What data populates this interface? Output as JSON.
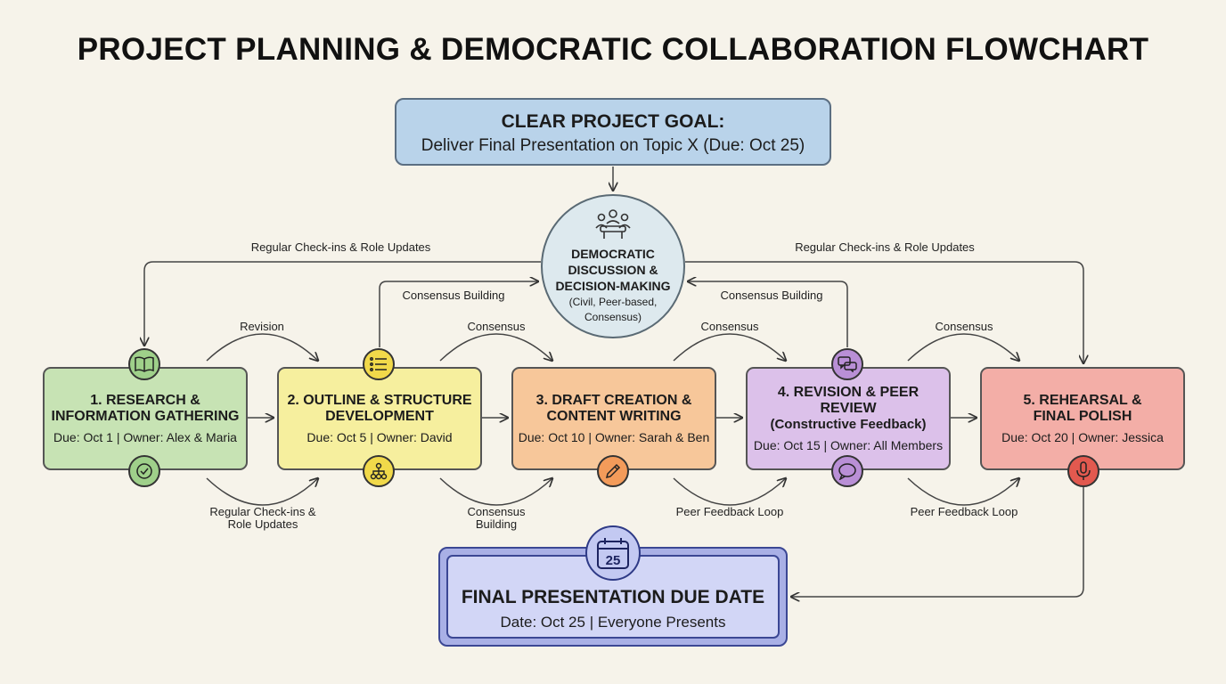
{
  "title": "PROJECT PLANNING & DEMOCRATIC COLLABORATION FLOWCHART",
  "goal": {
    "heading": "CLEAR PROJECT GOAL:",
    "text": "Deliver Final Presentation on Topic X (Due: Oct 25)"
  },
  "hub": {
    "heading_1": "DEMOCRATIC",
    "heading_2": "DISCUSSION &",
    "heading_3": "DECISION-MAKING",
    "sub_1": "(Civil, Peer-based,",
    "sub_2": "Consensus)",
    "icon": "meeting-icon"
  },
  "steps": [
    {
      "title_1": "1. RESEARCH &",
      "title_2": "INFORMATION GATHERING",
      "meta": "Due: Oct 1 | Owner: Alex & Maria",
      "color": "#c7e3b4",
      "top_icon": "book-icon",
      "bottom_icon": "check-icon"
    },
    {
      "title_1": "2. OUTLINE & STRUCTURE",
      "title_2": "DEVELOPMENT",
      "meta": "Due: Oct 5 | Owner: David",
      "color": "#f6ef9e",
      "top_icon": "list-icon",
      "bottom_icon": "hierarchy-icon"
    },
    {
      "title_1": "3. DRAFT CREATION &",
      "title_2": "CONTENT WRITING",
      "meta": "Due: Oct 10 | Owner: Sarah & Ben",
      "color": "#f7c79a",
      "top_icon": "",
      "bottom_icon": "pencil-icon"
    },
    {
      "title_1": "4. REVISION & PEER",
      "title_2": "REVIEW",
      "title_3": "(Constructive Feedback)",
      "meta": "Due: Oct 15 | Owner: All Members",
      "color": "#dcc1ea",
      "top_icon": "chat-icon",
      "bottom_icon": "speech-bubble-icon"
    },
    {
      "title_1": "5. REHEARSAL &",
      "title_2": "FINAL POLISH",
      "meta": "Due: Oct 20 | Owner: Jessica",
      "color": "#f3aea7",
      "top_icon": "",
      "bottom_icon": "microphone-icon"
    }
  ],
  "labels": {
    "checkins_left": "Regular Check-ins & Role Updates",
    "checkins_right": "Regular Check-ins & Role Updates",
    "consensus_building_left": "Consensus Building",
    "consensus_building_right": "Consensus Building",
    "revision": "Revision",
    "consensus_1": "Consensus",
    "consensus_2": "Consensus",
    "consensus_3": "Consensus",
    "bottom_checkins_1": "Regular Check-ins &",
    "bottom_checkins_2": "Role Updates",
    "bottom_consensus_1": "Consensus",
    "bottom_consensus_2": "Building",
    "peer_feedback_1": "Peer Feedback Loop",
    "peer_feedback_2": "Peer Feedback Loop"
  },
  "final": {
    "heading": "FINAL PRESENTATION DUE DATE",
    "text": "Date: Oct 25 | Everyone Presents",
    "calendar_day": "25",
    "calendar_icon": "calendar-icon"
  }
}
